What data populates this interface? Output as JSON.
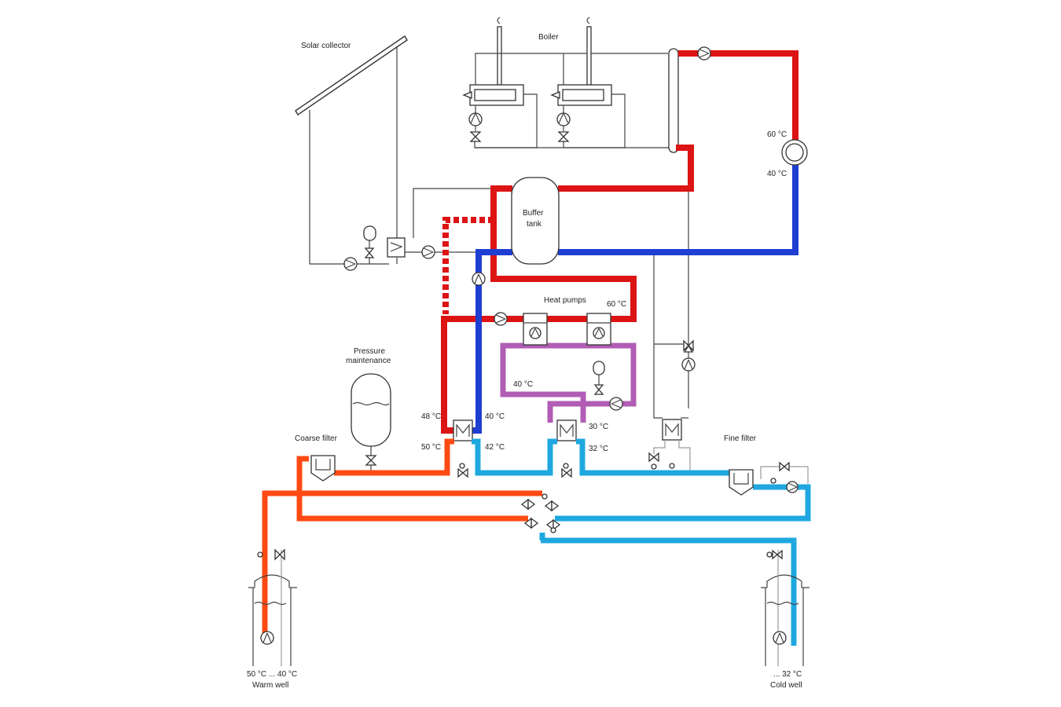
{
  "colors": {
    "hot": "#dc1414",
    "cold_blue": "#1e3fd2",
    "warm_orange": "#ff4a14",
    "cool_cyan": "#1fa8e0",
    "purple": "#b15db5"
  },
  "labels": {
    "solar_collector": "Solar collector",
    "boiler": "Boiler",
    "buffer_tank_line1": "Buffer",
    "buffer_tank_line2": "tank",
    "heat_pumps": "Heat pumps",
    "pressure_line1": "Pressure",
    "pressure_line2": "maintenance",
    "coarse_filter": "Coarse filter",
    "fine_filter": "Fine filter",
    "warm_well_temp": "50 °C ... 40 °C",
    "warm_well": "Warm well",
    "cold_well_temp": "... 32 °C",
    "cold_well": "Cold well"
  },
  "temperatures": {
    "consumer_supply": "60 °C",
    "consumer_return": "40 °C",
    "heat_pump_out": "60 °C",
    "evap_loop": "40 °C",
    "hx1_top_left": "48 °C",
    "hx1_top_right": "40 °C",
    "hx1_bottom_left": "50 °C",
    "hx1_bottom_right": "42 °C",
    "hx2_top_right": "30 °C",
    "hx2_bottom_right": "32 °C"
  },
  "icons": [
    "pump-icon",
    "valve-icon",
    "heat-exchanger-icon",
    "expansion-vessel-icon",
    "filter-icon",
    "heat-pump-icon",
    "boiler-icon",
    "chimney-icon",
    "consumer-icon",
    "well-icon"
  ]
}
